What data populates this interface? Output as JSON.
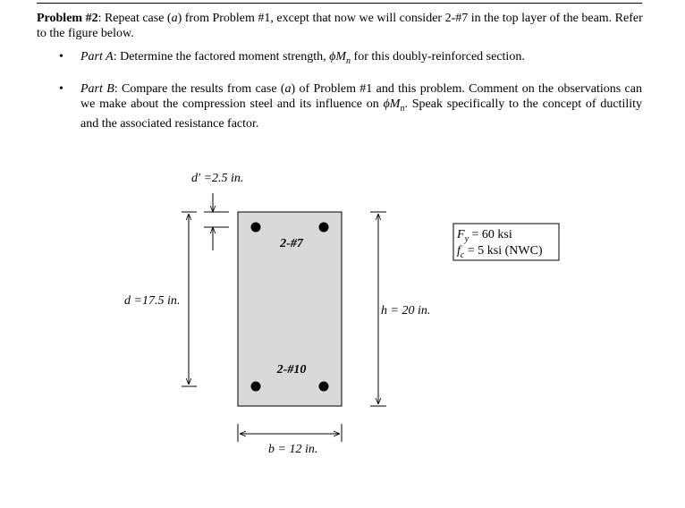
{
  "problem": {
    "heading": "Problem #2",
    "intro_1": ": Repeat case (",
    "intro_case": "a",
    "intro_2": ") from Problem #1, except that now we will consider 2-#7 in the top layer of the beam. Refer to the figure below."
  },
  "part_a": {
    "label": "Part A",
    "text_1": ": Determine the factored moment strength, ",
    "symbol": "ϕM",
    "sub": "n",
    "text_2": " for this doubly-reinforced section."
  },
  "part_b": {
    "label": "Part B",
    "text_1": ": Compare the results from case (",
    "case": "a",
    "text_2": ") of Problem #1 and this problem. Comment on the observations can we make about the compression steel and its influence on ",
    "symbol": "ϕM",
    "sub": "n",
    "text_3": ". Speak specifically to the concept of ductility and the associated resistance factor."
  },
  "figure": {
    "d_prime_label": "d′ =2.5 in.",
    "d_label": "d =17.5 in.",
    "h_label": "h = 20 in.",
    "b_label": "b = 12 in.",
    "top_bars": "2-#7",
    "bottom_bars": "2-#10",
    "props": {
      "fy": "F",
      "fy_sub": "y",
      "fy_val": " = 60 ksi",
      "fc": "f",
      "fc_sub": "c",
      "fc_val": " = 5 ksi (NWC)"
    }
  }
}
